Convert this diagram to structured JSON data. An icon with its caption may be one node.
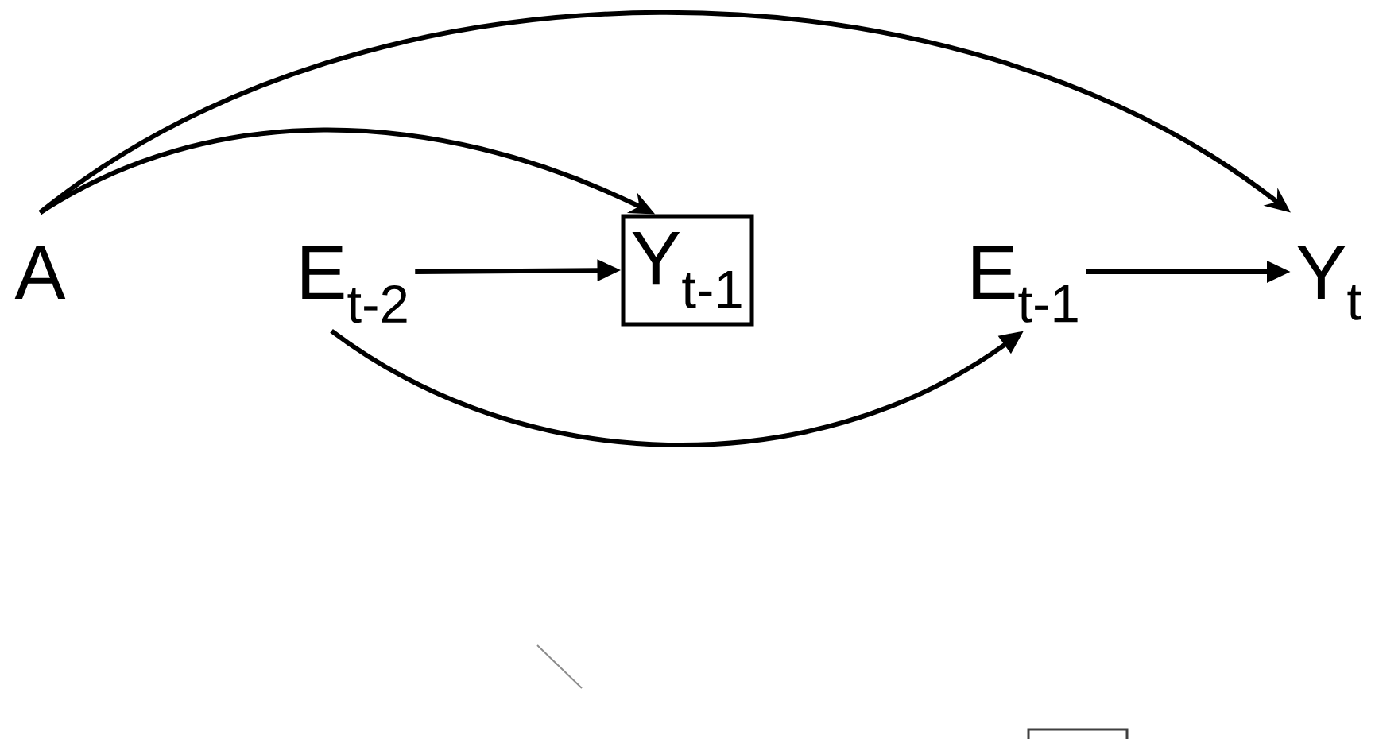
{
  "diagram": {
    "nodes": [
      {
        "text": [
          "A"
        ]
      },
      {
        "text": [
          "E$_{t-2}$"
        ]
      },
      {
        "text": [
          "Y$_{t-1}$"
        ]
      },
      {
        "text": [
          "E$_{t-1}$"
        ]
      },
      {
        "text": [
          "Y$_{t}$"
        ]
      }
    ],
    "edges": [
      {
        "from": 0,
        "to": 2,
        "arrow": "to"
      },
      {
        "from": 0,
        "to": 4,
        "arrow": "to"
      },
      {
        "from": 1,
        "to": 2,
        "arrow": "to"
      },
      {
        "from": 1,
        "to": 3,
        "arrow": "to"
      },
      {
        "from": 3,
        "to": 4,
        "arrow": "to"
      }
    ]
  }
}
